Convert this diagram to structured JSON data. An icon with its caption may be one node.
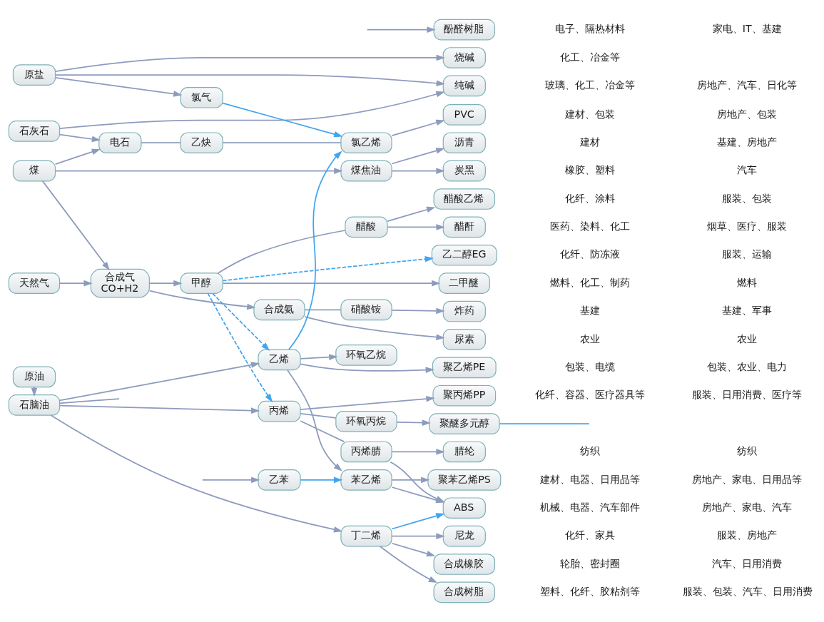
{
  "diagram": {
    "nodes": [
      {
        "text": [
          "沥青"
        ]
      },
      {
        "text": [
          "煤焦油"
        ]
      },
      {
        "text": [
          "炭黑"
        ]
      },
      {
        "text": [
          "煤"
        ]
      },
      {
        "text": [
          "合成氨"
        ]
      },
      {
        "text": [
          "尿素"
        ]
      },
      {
        "text": [
          "合成气",
          "CO+H2"
        ]
      },
      {
        "text": [
          "硝酸铵"
        ]
      },
      {
        "text": [
          "炸药"
        ]
      },
      {
        "text": [
          "天然气"
        ]
      },
      {
        "text": [
          "二甲醚"
        ]
      },
      {
        "text": [
          "甲醇"
        ]
      },
      {
        "text": [
          "醋酐"
        ]
      },
      {
        "text": [
          "醋酸"
        ]
      },
      {
        "text": [
          "醋酸乙烯"
        ]
      },
      {
        "text": [
          "电石"
        ]
      },
      {
        "text": [
          "乙炔"
        ]
      },
      {
        "text": [
          "氯乙烯"
        ]
      },
      {
        "text": [
          "PVC"
        ]
      },
      {
        "text": [
          "石灰石"
        ]
      },
      {
        "text": [
          "纯碱"
        ]
      },
      {
        "text": [
          "原盐"
        ]
      },
      {
        "text": [
          "烧碱"
        ]
      },
      {
        "text": [
          "氯气"
        ]
      },
      {
        "text": [
          "聚乙烯PE"
        ]
      },
      {
        "text": [
          "原油"
        ]
      },
      {
        "text": [
          "乙烯"
        ]
      },
      {
        "text": [
          "环氧乙烷"
        ]
      },
      {
        "text": [
          "乙二醇EG"
        ]
      },
      {
        "text": [
          "苯乙烯"
        ]
      },
      {
        "text": [
          "聚苯乙烯PS"
        ]
      },
      {
        "text": [
          "ABS"
        ]
      },
      {
        "text": [
          "石脑油"
        ]
      },
      {
        "text": [
          "丙烯腈"
        ]
      },
      {
        "text": [
          "腈纶"
        ]
      },
      {
        "text": [
          "丙烯"
        ]
      },
      {
        "text": [
          "聚丙烯PP"
        ]
      },
      {
        "text": [
          "环氧丙烷"
        ]
      },
      {
        "text": [
          "聚醚多元醇"
        ]
      },
      {
        "text": [
          "合成橡胶"
        ]
      },
      {
        "text": [
          "丁二烯"
        ]
      },
      {
        "text": [
          "合成树脂"
        ]
      },
      {
        "text": [
          "尼龙"
        ]
      },
      {
        "text": [
          "乙苯"
        ]
      },
      {
        "text": [
          "酚醛树脂"
        ]
      }
    ],
    "edges": [
      {
        "from": 3,
        "to": 1,
        "arrow": "to"
      },
      {
        "from": 3,
        "to": 6,
        "arrow": "to"
      },
      {
        "from": 3,
        "to": 15,
        "arrow": "to"
      },
      {
        "from": 19,
        "to": 15,
        "arrow": "to"
      },
      {
        "from": 9,
        "to": 6,
        "arrow": "to"
      },
      {
        "from": 1,
        "to": 0,
        "arrow": "to"
      },
      {
        "from": 1,
        "to": 2,
        "arrow": "to"
      },
      {
        "from": 6,
        "to": 4,
        "arrow": "to"
      },
      {
        "from": 6,
        "to": 11,
        "arrow": "to"
      },
      {
        "from": 4,
        "to": 5,
        "arrow": "to"
      },
      {
        "from": 4,
        "to": 7,
        "arrow": "none"
      },
      {
        "from": 7,
        "to": 8,
        "arrow": "to"
      },
      {
        "from": 11,
        "to": 10,
        "arrow": "to"
      },
      {
        "from": 11,
        "to": 13,
        "arrow": "none"
      },
      {
        "from": 13,
        "to": 12,
        "arrow": "to"
      },
      {
        "from": 13,
        "to": 14,
        "arrow": "to"
      },
      {
        "from": 11,
        "to": 26,
        "arrow": "to",
        "style": "dashed",
        "color": "#42a5f0"
      },
      {
        "from": 11,
        "to": 35,
        "arrow": "to",
        "style": "dashed",
        "color": "#42a5f0"
      },
      {
        "from": 11,
        "to": 28,
        "arrow": "to",
        "style": "dashed",
        "color": "#42a5f0"
      },
      {
        "from": 15,
        "to": 16,
        "arrow": "none"
      },
      {
        "from": 16,
        "to": 17,
        "arrow": "none"
      },
      {
        "from": 17,
        "to": 18,
        "arrow": "to"
      },
      {
        "from": 19,
        "to": 20,
        "arrow": "to"
      },
      {
        "from": 21,
        "to": 20,
        "arrow": "to"
      },
      {
        "from": 21,
        "to": 22,
        "arrow": "to"
      },
      {
        "from": 21,
        "to": 23,
        "arrow": "to"
      },
      {
        "from": 23,
        "to": 17,
        "arrow": "to",
        "color": "#42a5f0"
      },
      {
        "from": 26,
        "to": 17,
        "arrow": "to",
        "color": "#42a5f0"
      },
      {
        "from": 25,
        "to": 32,
        "arrow": "to"
      },
      {
        "from": 32,
        "to": 26,
        "arrow": "to"
      },
      {
        "from": 32,
        "to": 35,
        "arrow": "to"
      },
      {
        "from": 32,
        "to": 40,
        "arrow": "to"
      },
      {
        "from": 32,
        "to": null,
        "arrow": "none"
      },
      {
        "from": 26,
        "to": 24,
        "arrow": "to"
      },
      {
        "from": 26,
        "to": 27,
        "arrow": "to"
      },
      {
        "from": 26,
        "to": 29,
        "arrow": "to"
      },
      {
        "from": 43,
        "to": 29,
        "arrow": "to",
        "color": "#42a5f0"
      },
      {
        "from": 29,
        "to": 30,
        "arrow": "to"
      },
      {
        "from": 29,
        "to": 31,
        "arrow": "to"
      },
      {
        "from": 35,
        "to": 33,
        "arrow": "none"
      },
      {
        "from": 35,
        "to": 36,
        "arrow": "to"
      },
      {
        "from": 35,
        "to": 37,
        "arrow": "none"
      },
      {
        "from": 33,
        "to": 31,
        "arrow": "to"
      },
      {
        "from": 33,
        "to": 34,
        "arrow": "to"
      },
      {
        "from": 37,
        "to": 38,
        "arrow": "to"
      },
      {
        "from": 38,
        "to": null,
        "arrow": "none",
        "color": "#42a5f0"
      },
      {
        "from": 40,
        "to": 31,
        "arrow": "to",
        "color": "#42a5f0"
      },
      {
        "from": 40,
        "to": 39,
        "arrow": "to"
      },
      {
        "from": 40,
        "to": 41,
        "arrow": "to"
      },
      {
        "from": 40,
        "to": 42,
        "arrow": "to"
      },
      {
        "from": null,
        "to": 43,
        "arrow": "to"
      },
      {
        "from": null,
        "to": 44,
        "arrow": "to"
      }
    ],
    "labels": [
      "建材",
      "基建、房地产",
      "橡胶、塑料",
      "汽车",
      "农业",
      "农业",
      "基建",
      "基建、军事",
      "燃料、化工、制药",
      "燃料",
      "医药、染料、化工",
      "烟草、医疗、服装",
      "化纤、涂料",
      "服装、包装",
      "建材、包装",
      "房地产、包装",
      "玻璃、化工、冶金等",
      "房地产、汽车、日化等",
      "化工、冶金等",
      "包装、电缆",
      "包装、农业、电力",
      "化纤、防冻液",
      "服装、运输",
      "建材、电器、日用品等",
      "房地产、家电、日用品等",
      "机械、电器、汽车部件",
      "房地产、家电、汽车",
      "纺织",
      "纺织",
      "化纤、容器、医疗器具等",
      "服装、日用消费、医疗等",
      "轮胎、密封圈",
      "汽车、日用消费",
      "塑料、化纤、胶粘剂等",
      "服装、包装、汽车、日用消费",
      "化纤、家具",
      "服装、房地产",
      "电子、隔热材料",
      "家电、IT、基建"
    ]
  }
}
